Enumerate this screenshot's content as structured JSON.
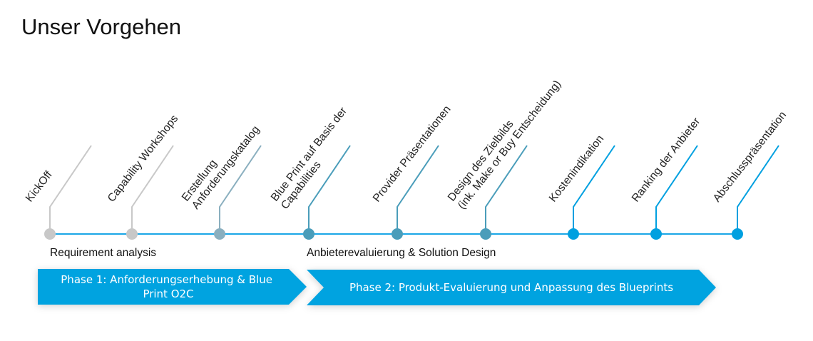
{
  "title": "Unser Vorgehen",
  "milestones": [
    {
      "lines": [
        "KickOff"
      ],
      "color": "#c8c8c8"
    },
    {
      "lines": [
        "Capability Workshops"
      ],
      "color": "#c8c8c8"
    },
    {
      "lines": [
        "Erstellung",
        "Anforderungskatalog"
      ],
      "color": "#8aafbf"
    },
    {
      "lines": [
        "Blue Print auf Basis der",
        "Capabilities"
      ],
      "color": "#4a9dba"
    },
    {
      "lines": [
        "Provider Präsentationen"
      ],
      "color": "#4a9dba"
    },
    {
      "lines": [
        "Design des Zielbilds",
        "(ink. Make or Buy Entscheidung)"
      ],
      "color": "#4a9dba"
    },
    {
      "lines": [
        "Kostenindikation"
      ],
      "color": "#00a0e0"
    },
    {
      "lines": [
        "Ranking der Anbieter"
      ],
      "color": "#00a0e0"
    },
    {
      "lines": [
        "Abschlusspräsentation"
      ],
      "color": "#00a0e0"
    }
  ],
  "stages": [
    "Requirement analysis",
    "Anbieterevaluierung & Solution Design"
  ],
  "phases": [
    {
      "lines": [
        "Phase 1: Anforderungserhebung & Blue",
        "Print O2C"
      ]
    },
    {
      "lines": [
        "Phase 2: Produkt-Evaluierung und Anpassung des Blueprints"
      ]
    }
  ],
  "colors": {
    "accent": "#00a3e0",
    "timeline": "#1aa7e6"
  }
}
